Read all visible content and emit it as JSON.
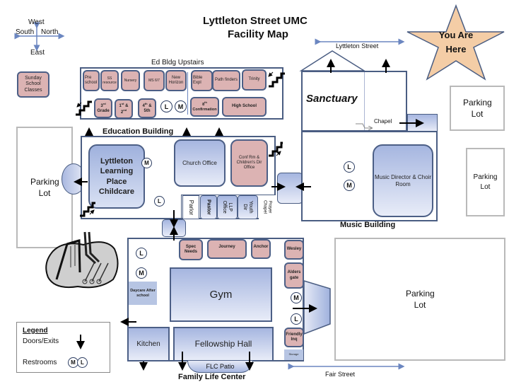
{
  "title": {
    "line1": "Lyttleton Street UMC",
    "line2": "Facility Map"
  },
  "compass": {
    "top": "West",
    "left": "South",
    "right": "North",
    "bottom": "East"
  },
  "key_box": {
    "label": "Sunday School Classes"
  },
  "you_are_here": "You Are Here",
  "streets": {
    "top": "Lyttleton Street",
    "bottom": "Fair Street"
  },
  "parking_lots": {
    "west": "Parking Lot",
    "north_upper": "Parking Lot",
    "north_lower": "Parking Lot",
    "south_large": "Parking Lot"
  },
  "ed_upstairs": {
    "title": "Ed Bldg Upstairs",
    "rooms_top": [
      "Pre school",
      "SS resource",
      "Nursery",
      "MS 6/7",
      "New Horizon",
      "Bible Expl",
      "Path finders",
      "Trinity"
    ],
    "rooms_bottom": [
      {
        "main": "3",
        "sup": "rd",
        "rest": "Grade"
      },
      {
        "main": "1",
        "sup": "st",
        "mid": " &",
        "main2": "2",
        "sup2": "nd"
      },
      {
        "main": "4",
        "sup": "th",
        "mid": " &",
        "rest": "5th"
      },
      {
        "main": "8",
        "sup": "th",
        "rest": "Confirmation"
      },
      {
        "label": "High School"
      }
    ],
    "restrooms": [
      "L",
      "M"
    ]
  },
  "education_building": {
    "title": "Education Building",
    "childcare": "Lyttleton Learning Place Childcare",
    "church_office": "Church Office",
    "conf_room": "Conf Rm & Children's Dir Office",
    "offices": [
      "Parlor",
      "Pastor",
      "LLP Office",
      "Youth Dir",
      "Prayer Chapel"
    ],
    "restrooms": [
      "M",
      "L"
    ]
  },
  "sanctuary": {
    "label": "Sanctuary",
    "chapel": "Chapel"
  },
  "music_building": {
    "title": "Music Building",
    "room": "Music Director & Choir Room",
    "restrooms": [
      "L",
      "M"
    ]
  },
  "family_life_center": {
    "title": "Family Life Center",
    "rooms_top": [
      "Spec Needs",
      "Journey",
      "Anchor",
      "Wesley",
      "Alders gate"
    ],
    "daycare": "Daycare After school",
    "gym": "Gym",
    "kitchen": "Kitchen",
    "fellowship_hall": "Fellowship Hall",
    "patio": "FLC Patio",
    "friendly": "Friendly Inq",
    "storage": "Storage",
    "restrooms_left": [
      "L",
      "M"
    ],
    "restrooms_right": [
      "M",
      "L"
    ]
  },
  "legend": {
    "title": "Legend",
    "doors": "Doors/Exits",
    "restrooms": "Restrooms",
    "restroom_symbols": [
      "M",
      "L"
    ]
  },
  "colors": {
    "room_pink": "#dcb3b3",
    "room_blue": "#a6b6e0",
    "outline": "#4a5d82",
    "star": "#f4cda6",
    "lot_border": "#b9b9b9"
  }
}
